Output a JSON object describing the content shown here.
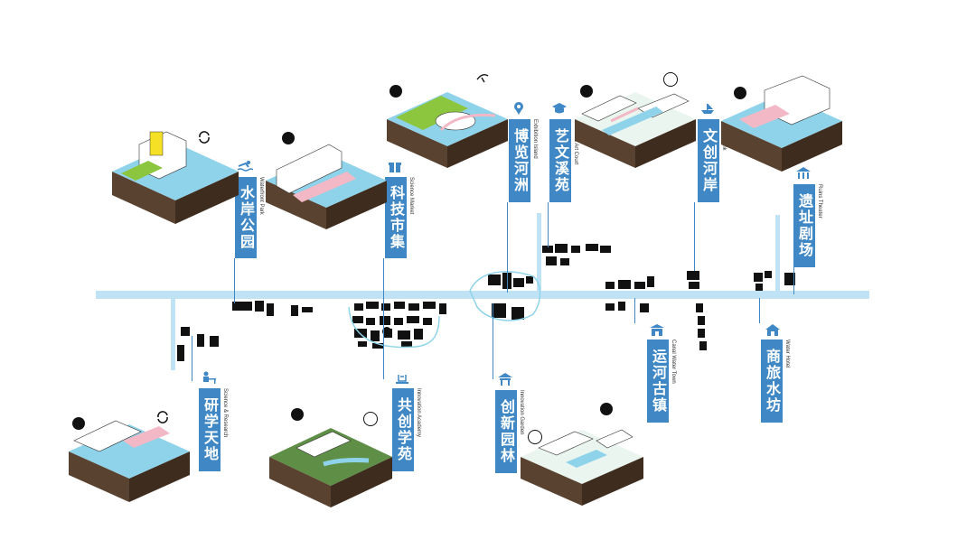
{
  "nodes": [
    {
      "key": "waterfront_park",
      "cn": "水岸公园",
      "en": "Waterfront Park",
      "icon": "swimmer-icon"
    },
    {
      "key": "science_market",
      "cn": "科技市集",
      "en": "Science Market",
      "icon": "gift-icon"
    },
    {
      "key": "exhibition_island",
      "cn": "博览河洲",
      "en": "Exhibition Island",
      "icon": "location-pin-icon"
    },
    {
      "key": "culture_art_court",
      "cn": "艺文溪苑",
      "en": "Culture & Art Court",
      "icon": "graduation-cap-icon"
    },
    {
      "key": "culture_bank",
      "cn": "文创河岸",
      "en": "Culture Bank",
      "icon": "boat-icon"
    },
    {
      "key": "ruins_theater",
      "cn": "遗址剧场",
      "en": "Ruins Theater",
      "icon": "temple-icon"
    },
    {
      "key": "science_research",
      "cn": "研学天地",
      "en": "Science & Research",
      "icon": "desk-reader-icon"
    },
    {
      "key": "innovation_academy",
      "cn": "共创学苑",
      "en": "Innovation Academy",
      "icon": "lab-icon"
    },
    {
      "key": "innovation_garden",
      "cn": "创新园林",
      "en": "Innovation Garden",
      "icon": "pavilion-icon"
    },
    {
      "key": "canal_water_town",
      "cn": "运河古镇",
      "en": "Canal Water Town",
      "icon": "pagoda-icon"
    },
    {
      "key": "water_hotel",
      "cn": "商旅水坊",
      "en": "Water Hotel",
      "icon": "hotel-icon"
    }
  ],
  "colors": {
    "label_bg": "#3f88c5",
    "river": "#bfe3f5",
    "water": "#8fd3ea",
    "soil": "#5a4230",
    "grass": "#8cc63f",
    "accent_pink": "#f2b8c6",
    "accent_yellow": "#f5e025"
  }
}
